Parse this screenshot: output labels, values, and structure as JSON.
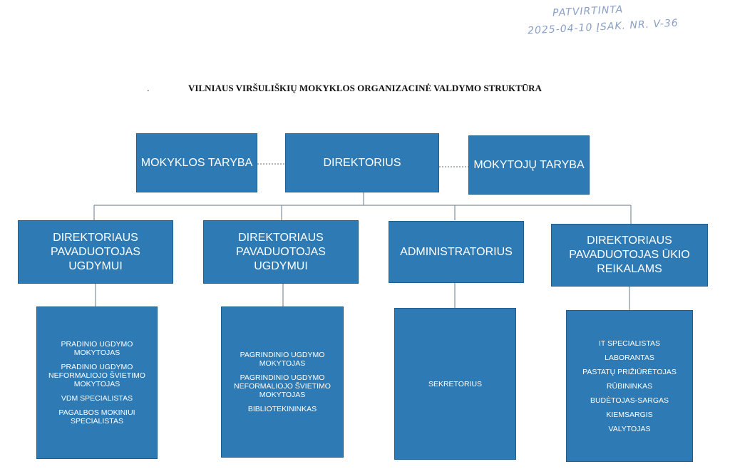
{
  "stamp": {
    "line1": "PATVIRTINTA",
    "line2": "2025-04-10 ĮSAK. NR. V-36"
  },
  "title": "VILNIAUS VIRŠULIŠKIŲ MOKYKLOS ORGANIZACINĖ VALDYMO STRUKTŪRA",
  "top_row": {
    "left": "MOKYKLOS TARYBA",
    "center": "DIREKTORIUS",
    "right": "MOKYTOJŲ TARYBA"
  },
  "middle_row": [
    {
      "label": "DIREKTORIAUS PAVADUOTOJAS UGDYMUI"
    },
    {
      "label": "DIREKTORIAUS PAVADUOTOJAS UGDYMUI"
    },
    {
      "label": "ADMINISTRATORIUS"
    },
    {
      "label": "DIREKTORIAUS PAVADUOTOJAS ŪKIO REIKALAMS"
    }
  ],
  "bottom_row": [
    {
      "items": [
        "PRADINIO UGDYMO MOKYTOJAS",
        "PRADINIO UGDYMO NEFORMALIOJO ŠVIETIMO MOKYTOJAS",
        "VDM SPECIALISTAS",
        "PAGALBOS MOKINIUI SPECIALISTAS"
      ]
    },
    {
      "items": [
        "PAGRINDINIO UGDYMO MOKYTOJAS",
        "PAGRINDINIO UGDYMO NEFORMALIOJO ŠVIETIMO MOKYTOJAS",
        "BIBLIOTEKININKAS"
      ]
    },
    {
      "items": [
        "SEKRETORIUS"
      ]
    },
    {
      "items": [
        "IT SPECIALISTAS",
        "LABORANTAS",
        "PASTATŲ PRIŽIŪRĖTOJAS",
        "RŪBININKAS",
        "BUDĖTOJAS-SARGAS",
        "KIEMSARGIS",
        "VALYTOJAS"
      ]
    }
  ],
  "colors": {
    "box": "#2e7ab5",
    "line": "#7f8f9c"
  }
}
